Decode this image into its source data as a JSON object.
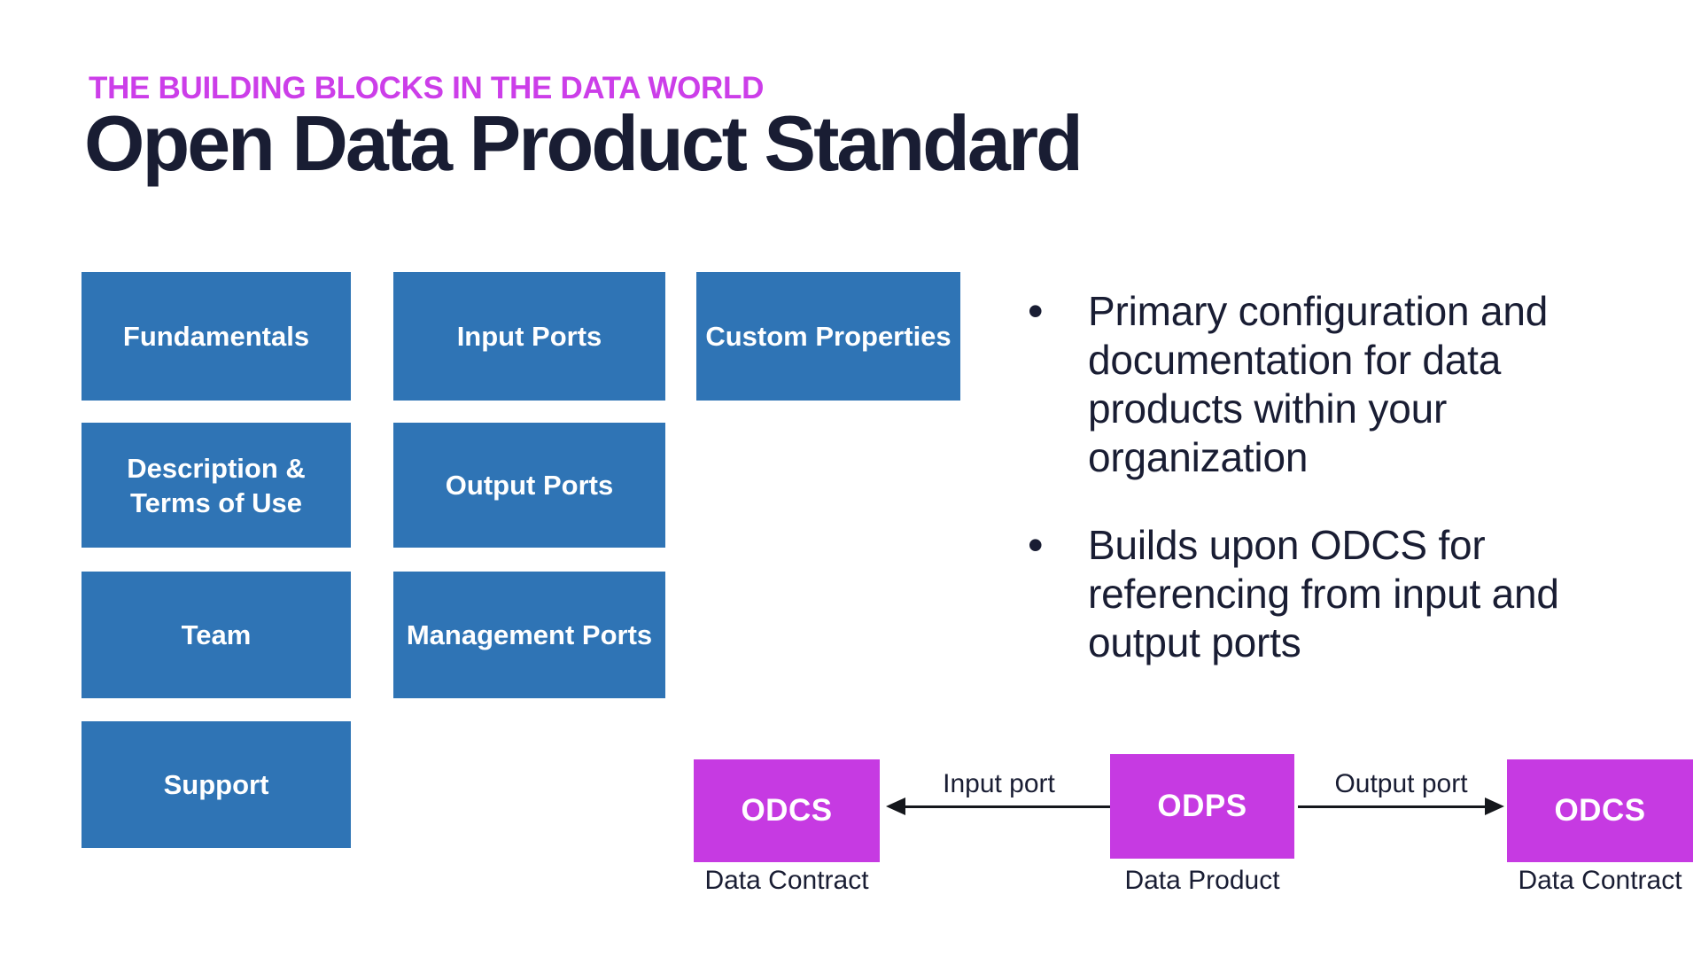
{
  "colors": {
    "accent_magenta": "#CC3EE9",
    "box_blue": "#2F74B5",
    "box_magenta": "#C63AE2",
    "text_dark": "#191D33",
    "arrow_dark": "#15171C"
  },
  "header": {
    "eyebrow": "THE BUILDING BLOCKS IN THE DATA WORLD",
    "title": "Open Data Product Standard"
  },
  "modules": {
    "items": [
      {
        "label": "Fundamentals"
      },
      {
        "label": "Input Ports"
      },
      {
        "label": "Custom Properties"
      },
      {
        "label": "Description &\nTerms of Use"
      },
      {
        "label": "Output Ports"
      },
      {
        "label": "Team"
      },
      {
        "label": "Management Ports"
      },
      {
        "label": "Support"
      }
    ]
  },
  "bullets": [
    {
      "marker": "•",
      "text": "Primary configuration and\ndocumentation for data\nproducts within your\norganization"
    },
    {
      "marker": "•",
      "text": "Builds upon ODCS for\nreferencing from input and\noutput ports"
    }
  ],
  "diagram": {
    "nodes": [
      {
        "label": "ODCS",
        "caption": "Data Contract"
      },
      {
        "label": "ODPS",
        "caption": "Data Product"
      },
      {
        "label": "ODCS",
        "caption": "Data Contract"
      }
    ],
    "arrows": [
      {
        "label": "Input port",
        "direction": "left"
      },
      {
        "label": "Output port",
        "direction": "right"
      }
    ]
  }
}
